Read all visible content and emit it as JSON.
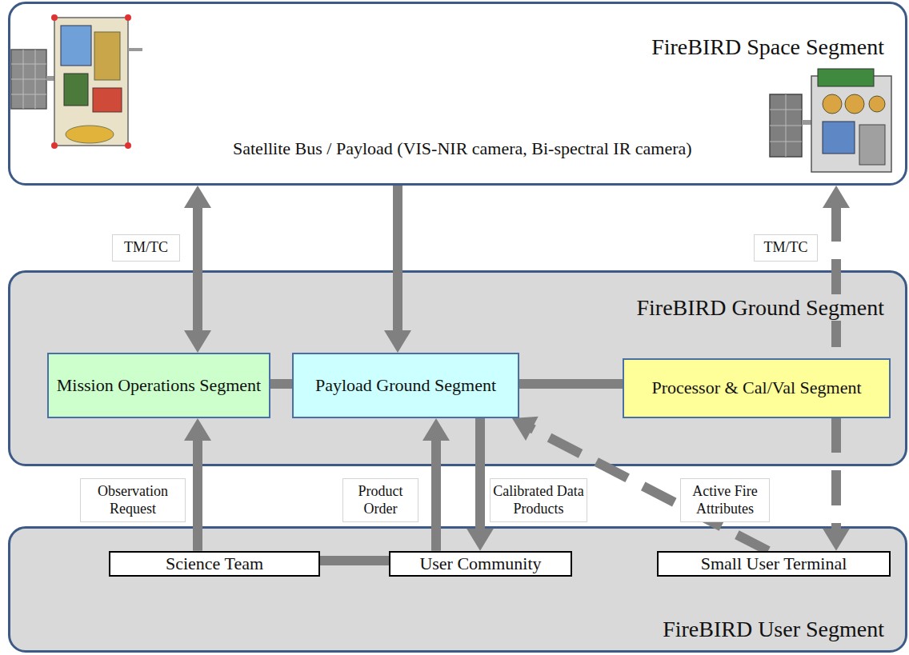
{
  "diagram": {
    "nodes": [
      {
        "text": [
          "FireBIRD Space Segment",
          "Satellite Bus / Payload (VIS-NIR camera, Bi-spectral IR camera)"
        ]
      },
      {
        "text": [
          "FireBIRD Ground Segment"
        ]
      },
      {
        "text": [
          "Mission Operations Segment"
        ],
        "in": 1
      },
      {
        "text": [
          "Payload Ground Segment"
        ],
        "in": 1
      },
      {
        "text": [
          "Processor & Cal/Val Segment"
        ],
        "in": 1
      },
      {
        "text": [
          "FireBIRD User Segment"
        ]
      },
      {
        "text": [
          "Science Team"
        ],
        "in": 5
      },
      {
        "text": [
          "User Community"
        ],
        "in": 5
      },
      {
        "text": [
          "Small User Terminal"
        ],
        "in": 5
      }
    ],
    "edges": [
      {
        "from": 0,
        "to": 2,
        "arrow": "both",
        "label": "TM/TC"
      },
      {
        "from": 0,
        "to": 3,
        "arrow": "to"
      },
      {
        "from": 0,
        "to": 8,
        "arrow": "both",
        "label": "TM/TC"
      },
      {
        "from": 2,
        "to": 3,
        "arrow": "none"
      },
      {
        "from": 3,
        "to": 4,
        "arrow": "none"
      },
      {
        "from": 6,
        "to": 2,
        "arrow": "to",
        "label": "Observation Request"
      },
      {
        "from": 7,
        "to": 3,
        "arrow": "to",
        "label": "Product Order"
      },
      {
        "from": 3,
        "to": 7,
        "arrow": "to",
        "label": "Calibrated Data Products"
      },
      {
        "from": 8,
        "to": 3,
        "arrow": "to",
        "label": "Active Fire Attributes"
      },
      {
        "from": 6,
        "to": 7,
        "arrow": "none"
      }
    ]
  }
}
